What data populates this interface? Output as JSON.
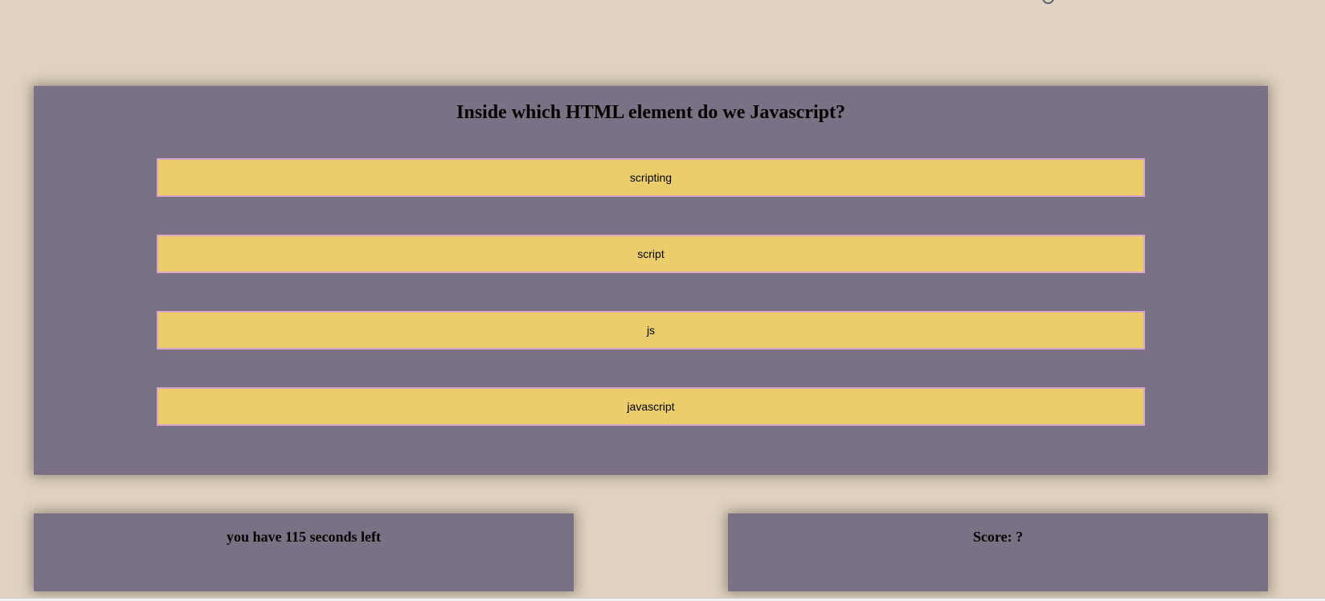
{
  "quiz": {
    "question": "Inside which HTML element do we Javascript?",
    "answers": [
      {
        "label": "scripting"
      },
      {
        "label": "script"
      },
      {
        "label": "js"
      },
      {
        "label": "javascript"
      }
    ]
  },
  "timer": {
    "text": "you have 115 seconds left"
  },
  "score": {
    "text": "Score: ?"
  },
  "colors": {
    "background": "#dfd2bf",
    "card": "#7b7184",
    "answer_fill": "#ebcd6c",
    "answer_border": "#d8a6c8"
  },
  "icons": {
    "corner": "circle-icon"
  }
}
